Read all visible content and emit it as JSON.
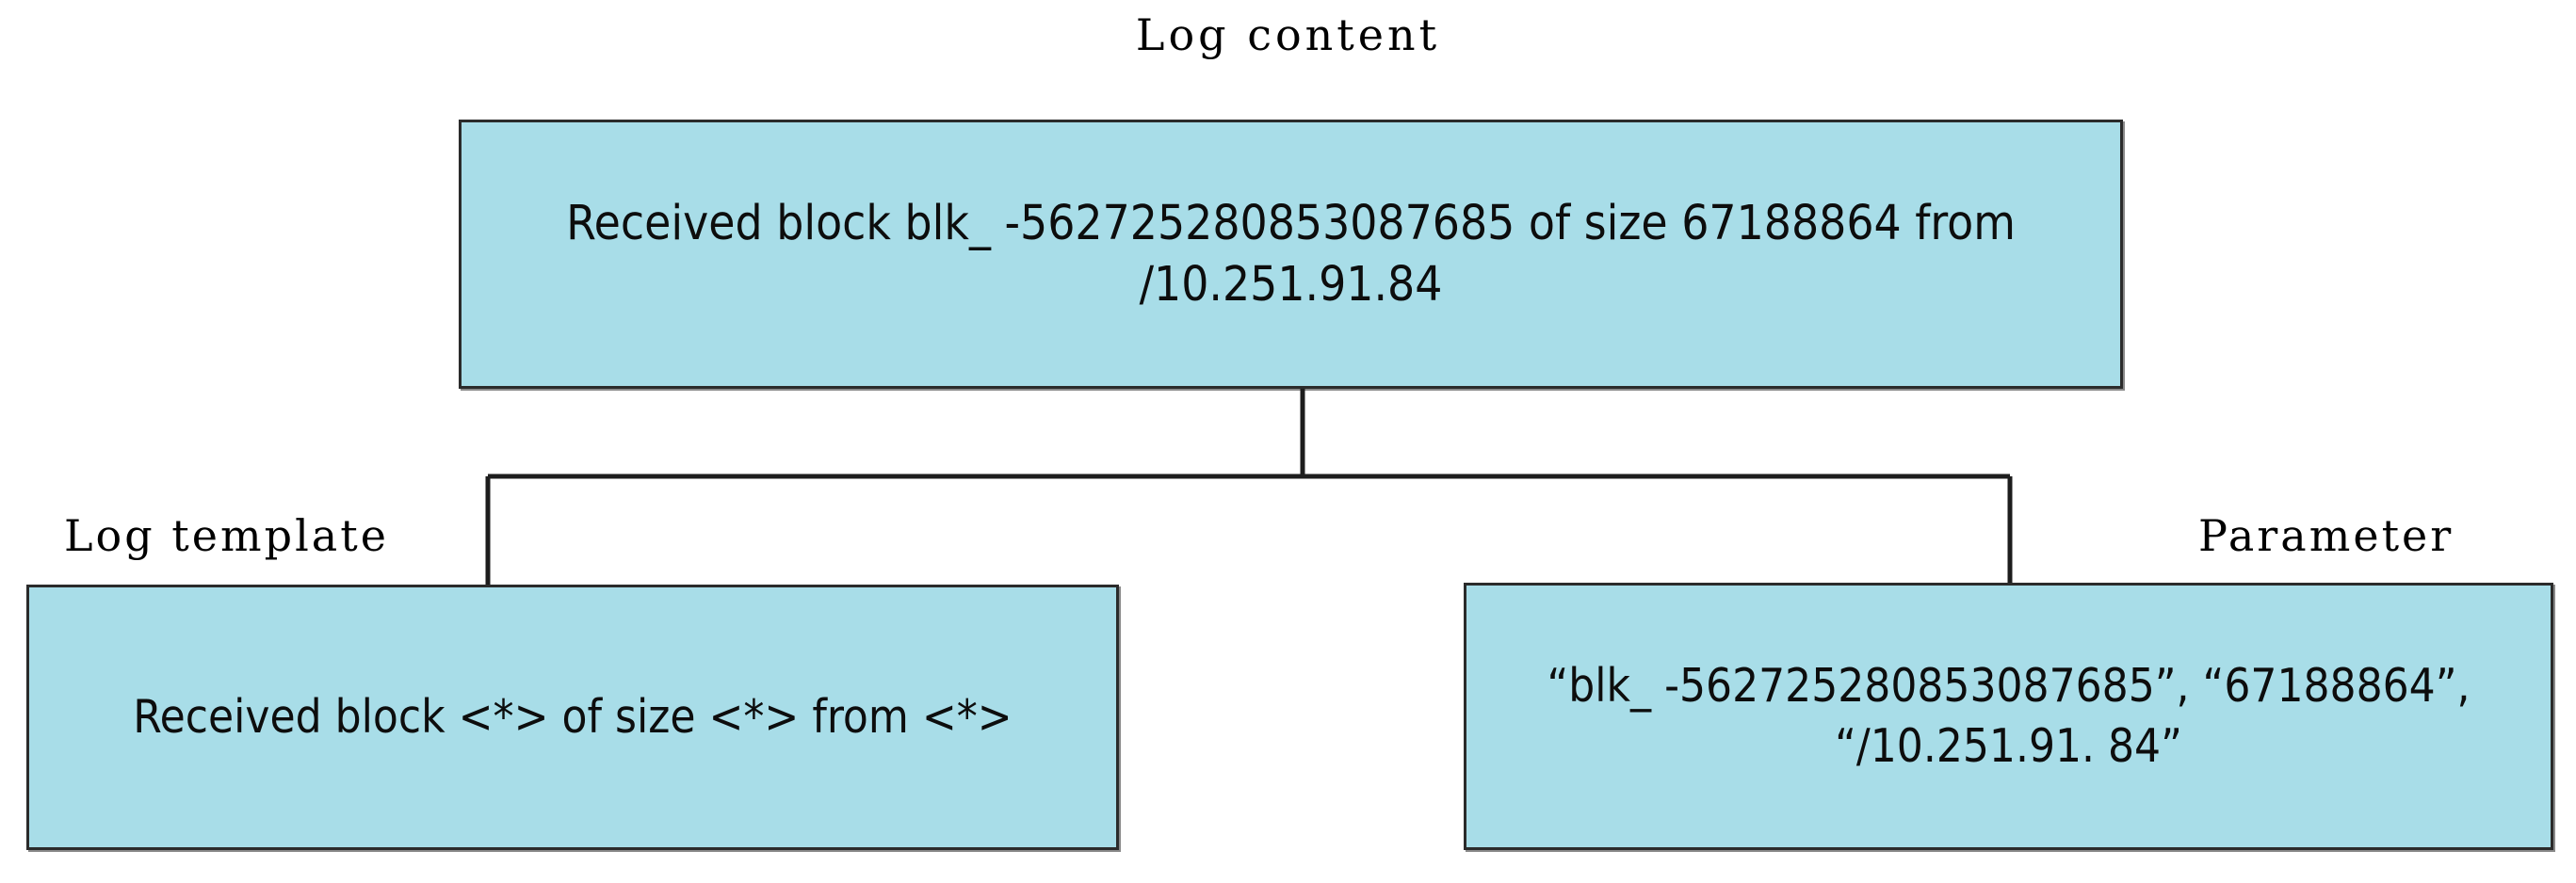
{
  "diagram": {
    "type": "log-parsing-illustration",
    "colors": {
      "box_fill": "#a8dde8",
      "box_border": "#2b2b2b",
      "connector": "#1d1d1d",
      "background": "#ffffff",
      "text": "#0d0d0d"
    },
    "captions": {
      "log_content": "Log content",
      "log_template": "Log template",
      "parameter": "Parameter"
    },
    "nodes": {
      "log_content": {
        "label": "Log content",
        "text": "Received block blk_ -562725280853087685 of size 67188864 from /10.251.91.84",
        "lines": [
          "Received block blk_ -562725280853087685 of size 67188864",
          "from /10.251.91.84"
        ]
      },
      "log_template": {
        "label": "Log template",
        "text": "Received block <*> of size <*> from <*>",
        "lines": [
          "Received block <*> of size <*> from",
          "<*>"
        ]
      },
      "parameter": {
        "label": "Parameter",
        "text": "“blk_ -562725280853087685”, “67188864”, “/10.251.91. 84”",
        "lines": [
          "“blk_ -",
          "562725280853087685”, “67188864",
          "”, “/10.251.91. 84”"
        ]
      }
    },
    "edges": [
      {
        "from": "log_content",
        "to": "log_template"
      },
      {
        "from": "log_content",
        "to": "parameter"
      }
    ]
  }
}
